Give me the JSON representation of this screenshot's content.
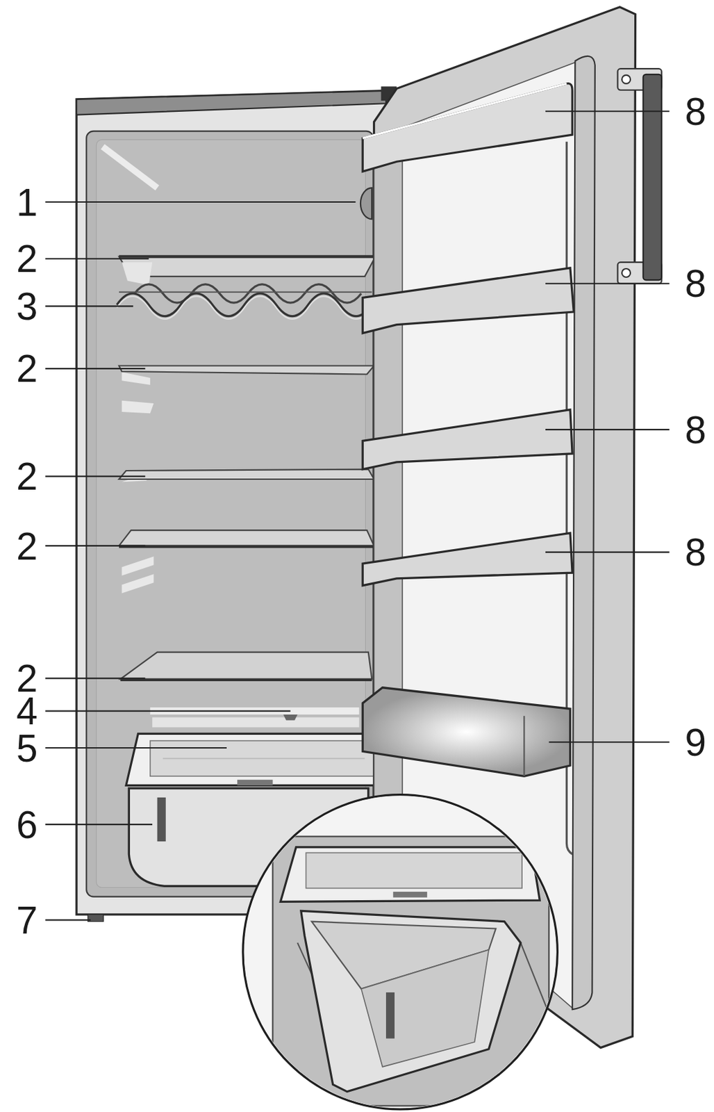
{
  "diagram": {
    "labels": [
      "1",
      "2",
      "3",
      "2",
      "2",
      "2",
      "2",
      "4",
      "5",
      "6",
      "7",
      "8",
      "8",
      "8",
      "8",
      "9"
    ]
  }
}
